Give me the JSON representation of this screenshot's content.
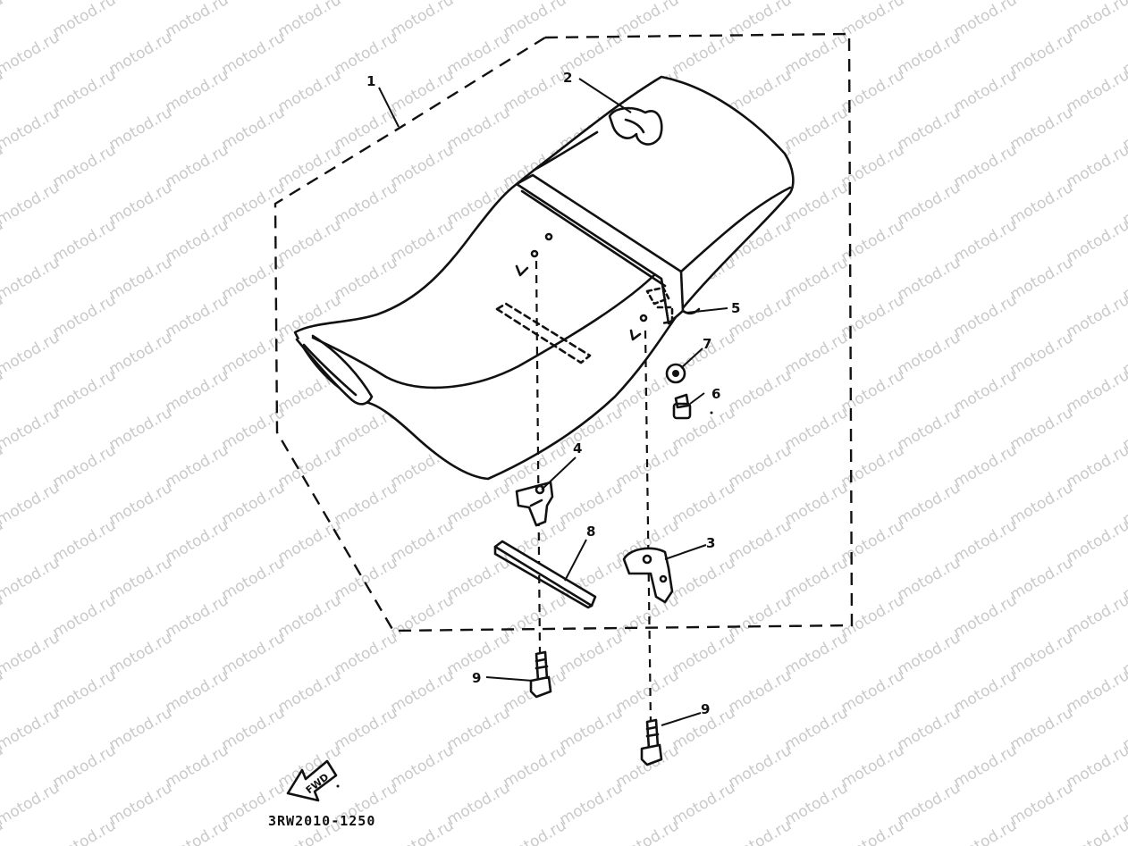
{
  "watermark": "motod.ru",
  "callouts": [
    {
      "id": "1",
      "label": "1"
    },
    {
      "id": "2",
      "label": "2"
    },
    {
      "id": "3",
      "label": "3"
    },
    {
      "id": "4",
      "label": "4"
    },
    {
      "id": "5",
      "label": "5"
    },
    {
      "id": "6",
      "label": "6"
    },
    {
      "id": "7",
      "label": "7"
    },
    {
      "id": "8",
      "label": "8"
    },
    {
      "id": "9a",
      "label": "9"
    },
    {
      "id": "9b",
      "label": "9"
    }
  ],
  "fwd_label": "FWD",
  "diagram_code": "3RW2010-1250"
}
